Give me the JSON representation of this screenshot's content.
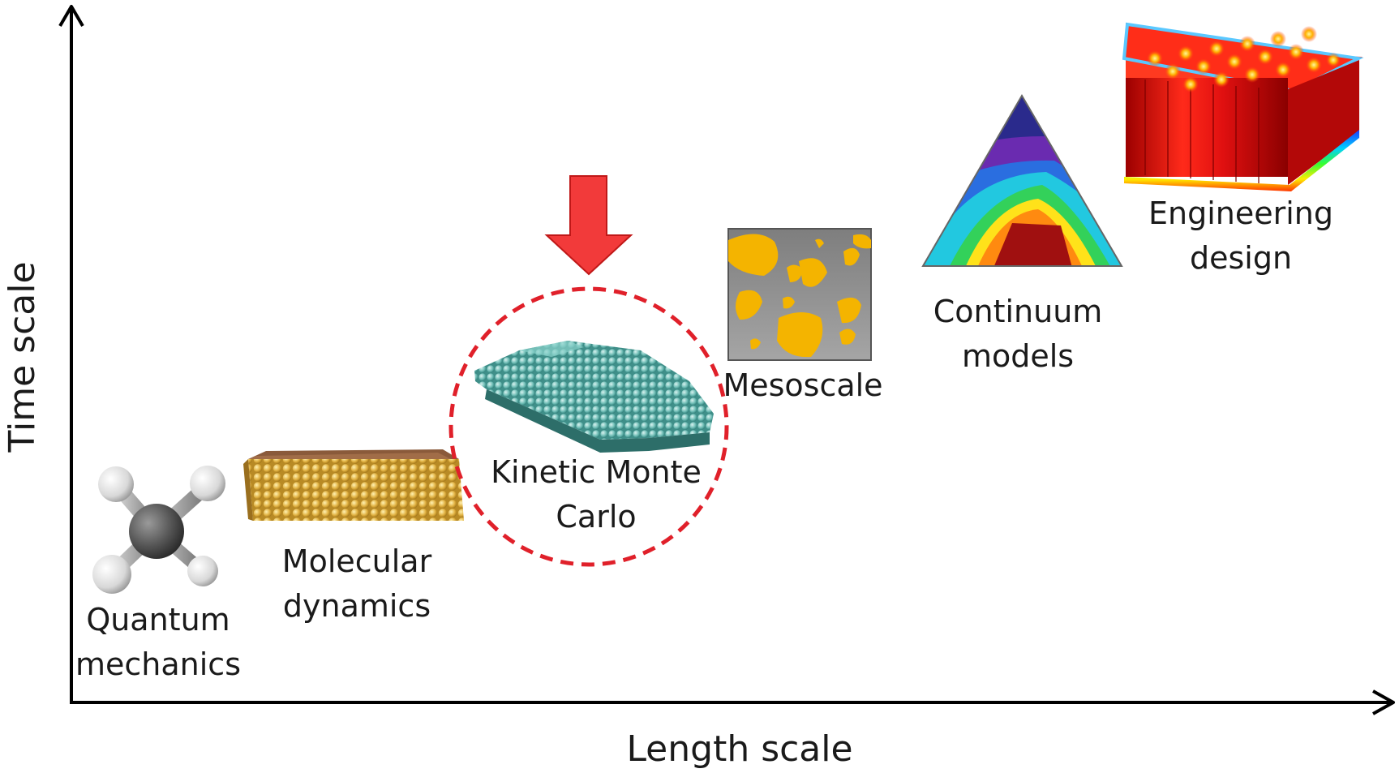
{
  "axes": {
    "x_label": "Length scale",
    "y_label": "Time scale"
  },
  "stages": [
    {
      "id": "quantum",
      "line1": "Quantum",
      "line2": "mechanics",
      "icon": "methane-molecule-icon"
    },
    {
      "id": "md",
      "line1": "Molecular",
      "line2": "dynamics",
      "icon": "atom-lattice-slab-icon"
    },
    {
      "id": "kmc",
      "line1": "Kinetic Monte",
      "line2": "Carlo",
      "icon": "kmc-surface-icon",
      "highlighted": true
    },
    {
      "id": "meso",
      "line1": "Mesoscale",
      "line2": "",
      "icon": "grain-microstructure-icon"
    },
    {
      "id": "continuum",
      "line1": "Continuum",
      "line2": "models",
      "icon": "ternary-contour-icon"
    },
    {
      "id": "engineering",
      "line1": "Engineering",
      "line2": "design",
      "icon": "battery-pack-icon"
    }
  ],
  "colors": {
    "axis": "#000000",
    "highlight": "#e0202a",
    "arrow": "#f23a3a",
    "gold": "#f4b400",
    "teal": "#5fb3ad",
    "grey_panel": "#8f8f8f"
  }
}
